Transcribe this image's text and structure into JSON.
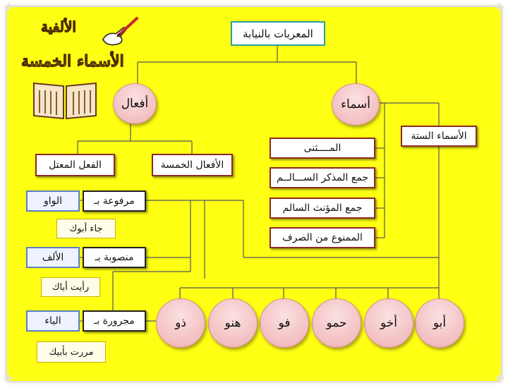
{
  "header": {
    "title_line1": "الألفية",
    "title_line2": "الأسماء الخمسة"
  },
  "root": "المعربات بالنيابة",
  "branches": {
    "nouns": "أسماء",
    "verbs": "أفعال"
  },
  "noun_items": [
    "المــــثنى",
    "جمع المذكر الســـالــم",
    "جمع المؤنث السالم",
    "الممنوع من الصرف"
  ],
  "six_nouns": "الأسماء الستة",
  "verb_items": {
    "five_verbs": "الأفعال الخمسة",
    "weak_verb": "الفعل المعتل"
  },
  "cases": [
    {
      "label": "مرفوعة بـ",
      "marker": "الواو",
      "example": "جاء أبوك"
    },
    {
      "label": "منصوبة بـ",
      "marker": "الألف",
      "example": "رأيت أباك"
    },
    {
      "label": "مجرورة بـ",
      "marker": "الياء",
      "example": "مررت بأبيك"
    }
  ],
  "six_noun_list": [
    "أبو",
    "أخو",
    "حمو",
    "فو",
    "هنو",
    "ذو"
  ],
  "colors": {
    "background": "#ffff14",
    "box_border": "#8b2a22",
    "root_border": "#2a9fa0",
    "circle_fill": "#f3bfc1",
    "marker_border": "#5b7fc2"
  },
  "icons": [
    "pen-hand-icon",
    "open-book-icon"
  ]
}
